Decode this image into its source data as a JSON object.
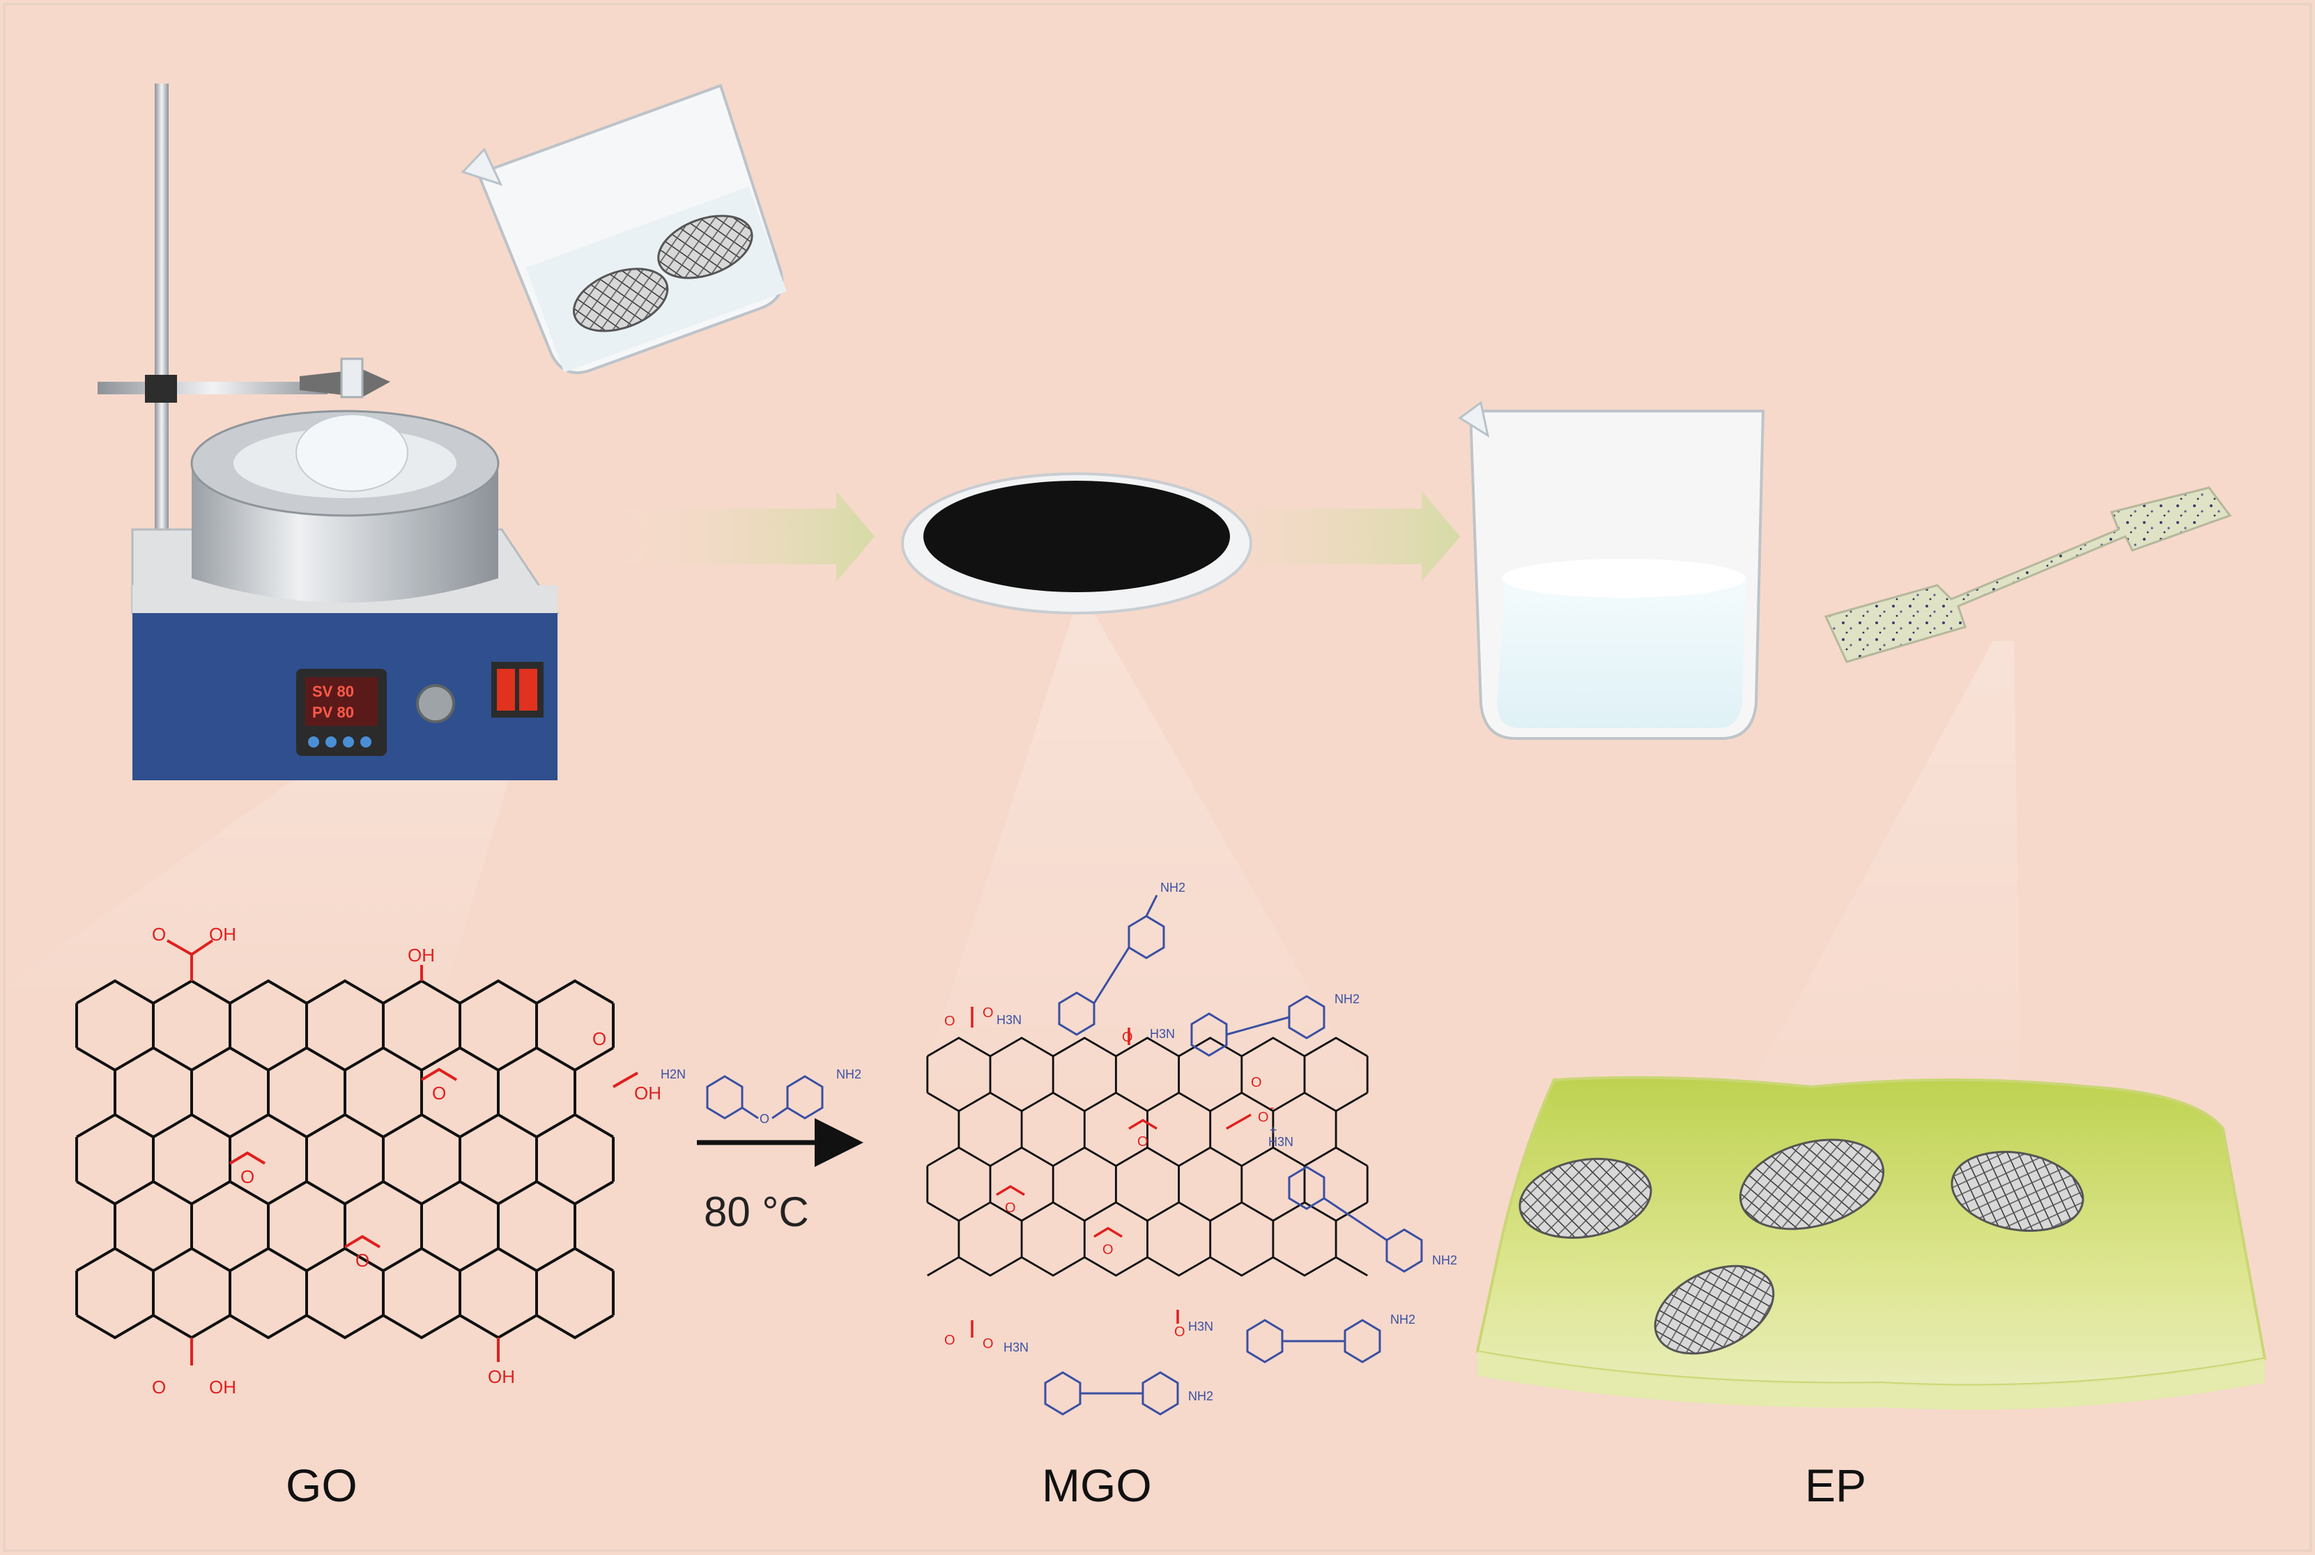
{
  "device": {
    "display_line1": "SV 80",
    "display_line2": "PV 80"
  },
  "reagent": {
    "diamine_NH2_left": "H2N",
    "diamine_NH2_right": "NH2",
    "ether_O": "O"
  },
  "reaction": {
    "condition": "80 °C"
  },
  "groups": {
    "cooh": "O",
    "oh": "OH",
    "epoxy": "O"
  },
  "mgo_groups": {
    "carboxylate": "O",
    "ammonium": "H3N",
    "ammonium_plus": "+",
    "oxide": "O",
    "amine": "NH2",
    "minus": "-"
  },
  "labels": {
    "go": "GO",
    "mgo": "MGO",
    "ep": "EP"
  },
  "colors": {
    "background": "#f6d9cb",
    "arrow_green": "#d8dcaa",
    "go_red": "#e0201e",
    "amine_blue": "#3a4fa3",
    "resin_green": "#c8d86a",
    "device_blue": "#2f4f8e"
  }
}
